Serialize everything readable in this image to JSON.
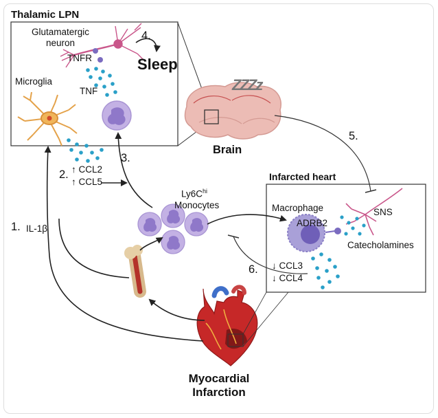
{
  "labels": {
    "thalamic_lpn": "Thalamic LPN",
    "glutamatergic": "Glutamatergic",
    "neuron": "neuron",
    "tnfr": "TNFR",
    "tnf": "TNF",
    "microglia": "Microglia",
    "sleep": "Sleep",
    "zzz": "ZZZz",
    "brain": "Brain",
    "infarcted_heart": "Infarcted heart",
    "macrophage": "Macrophage",
    "adrb2": "ADRB2",
    "sns": "SNS",
    "catecholamines": "Catecholamines",
    "ly6c": "Ly6C",
    "ly6c_sup": "hi",
    "monocytes": "Monocytes",
    "il1b": "IL-1β",
    "ccl2": "↑ CCL2",
    "ccl5": "↑ CCL5",
    "ccl3": "↓ CCL3",
    "ccl4": "↓ CCL4",
    "mi_line1": "Myocardial",
    "mi_line2": "Infarction"
  },
  "steps": {
    "s1": "1.",
    "s2": "2.",
    "s3": "3.",
    "s4": "4.",
    "s5": "5.",
    "s6": "6."
  },
  "colors": {
    "cytokine_blue": "#2aa0c8",
    "cell_purple": "#b7a3dc",
    "nerve_pink": "#c9568a",
    "microglia_orange": "#e4a24a",
    "brain_pink": "#e9b3ad",
    "heart_red": "#c62828"
  }
}
